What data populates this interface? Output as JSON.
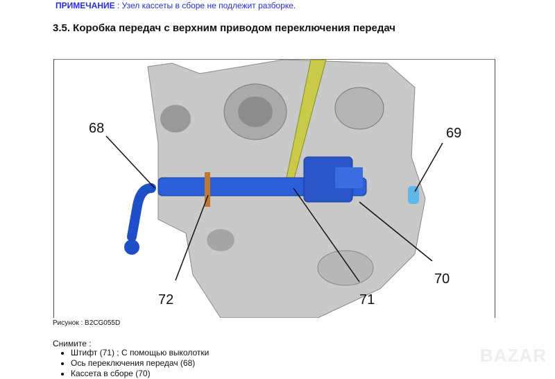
{
  "note": {
    "label": "ПРИМЕЧАНИЕ",
    "text": " : Узел кассеты в сборе не подлежит разборке."
  },
  "title": "3.5. Коробка передач с верхним приводом переключения передач",
  "figure": {
    "callouts": [
      "68",
      "69",
      "70",
      "71",
      "72"
    ],
    "caption": "Рисунок : B2CG055D"
  },
  "instructions": {
    "heading": "Снимите :",
    "items": [
      "Штифт (71) ; С помощью выколотки",
      "Ось переключения передач (68)",
      "Кассета в сборе (70)"
    ]
  },
  "watermark": "BAZAR"
}
